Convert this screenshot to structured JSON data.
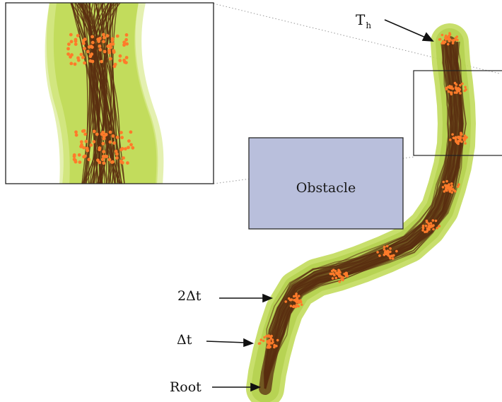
{
  "obstacle_label": "Obstacle",
  "labels": {
    "top_main": "T",
    "top_sub": "h",
    "two_dt": "2Δt",
    "dt": "Δt",
    "root": "Root"
  },
  "colors": {
    "envelope": "#c2dc5c",
    "envelope_dark": "#a9c840",
    "trunk": "#5a2e10",
    "samples": "#ff7b2a",
    "obstacle_fill": "#b9bfdc",
    "frame": "#222222"
  }
}
